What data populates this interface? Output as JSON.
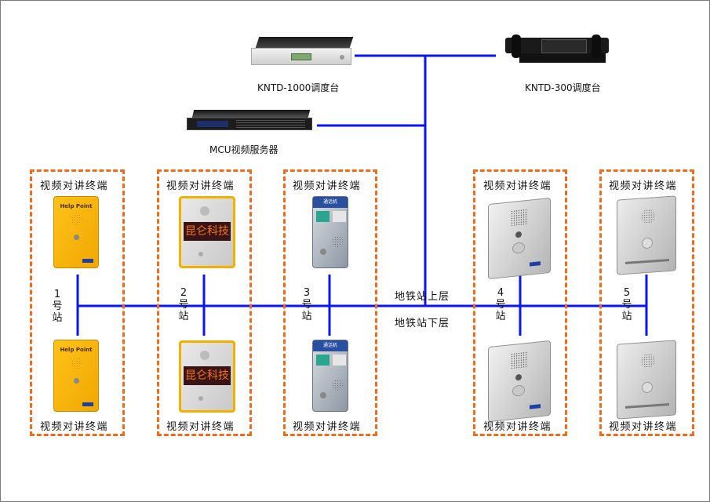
{
  "diagram": {
    "line_color": "#0a14f5",
    "box_color": "#f26a1b",
    "devices": {
      "kntd1000": {
        "label": "KNTD-1000调度台",
        "icon": "desk-console-icon"
      },
      "kntd300": {
        "label": "KNTD-300调度台",
        "icon": "dispatch-terminal-icon"
      },
      "mcu": {
        "label": "MCU视频服务器",
        "icon": "rack-server-icon"
      }
    },
    "floors": {
      "upper": "地铁站上层",
      "lower": "地铁站下层"
    },
    "stations": [
      {
        "num": "1",
        "hao": "号",
        "zhan": "站"
      },
      {
        "num": "2",
        "hao": "号",
        "zhan": "站"
      },
      {
        "num": "3",
        "hao": "号",
        "zhan": "站"
      },
      {
        "num": "4",
        "hao": "号",
        "zhan": "站"
      },
      {
        "num": "5",
        "hao": "号",
        "zhan": "站"
      }
    ],
    "terminal_label": "视频对讲终端",
    "terminal_types": [
      {
        "station": "1",
        "style": "yellow help point",
        "panel_text": "Help Point"
      },
      {
        "station": "2",
        "style": "LED display intercom",
        "panel_text": "昆仑科技"
      },
      {
        "station": "3",
        "style": "blue header intercom",
        "panel_text": "通话机"
      },
      {
        "station": "4",
        "style": "stainless steel intercom"
      },
      {
        "station": "5",
        "style": "stainless steel plate intercom"
      }
    ]
  }
}
